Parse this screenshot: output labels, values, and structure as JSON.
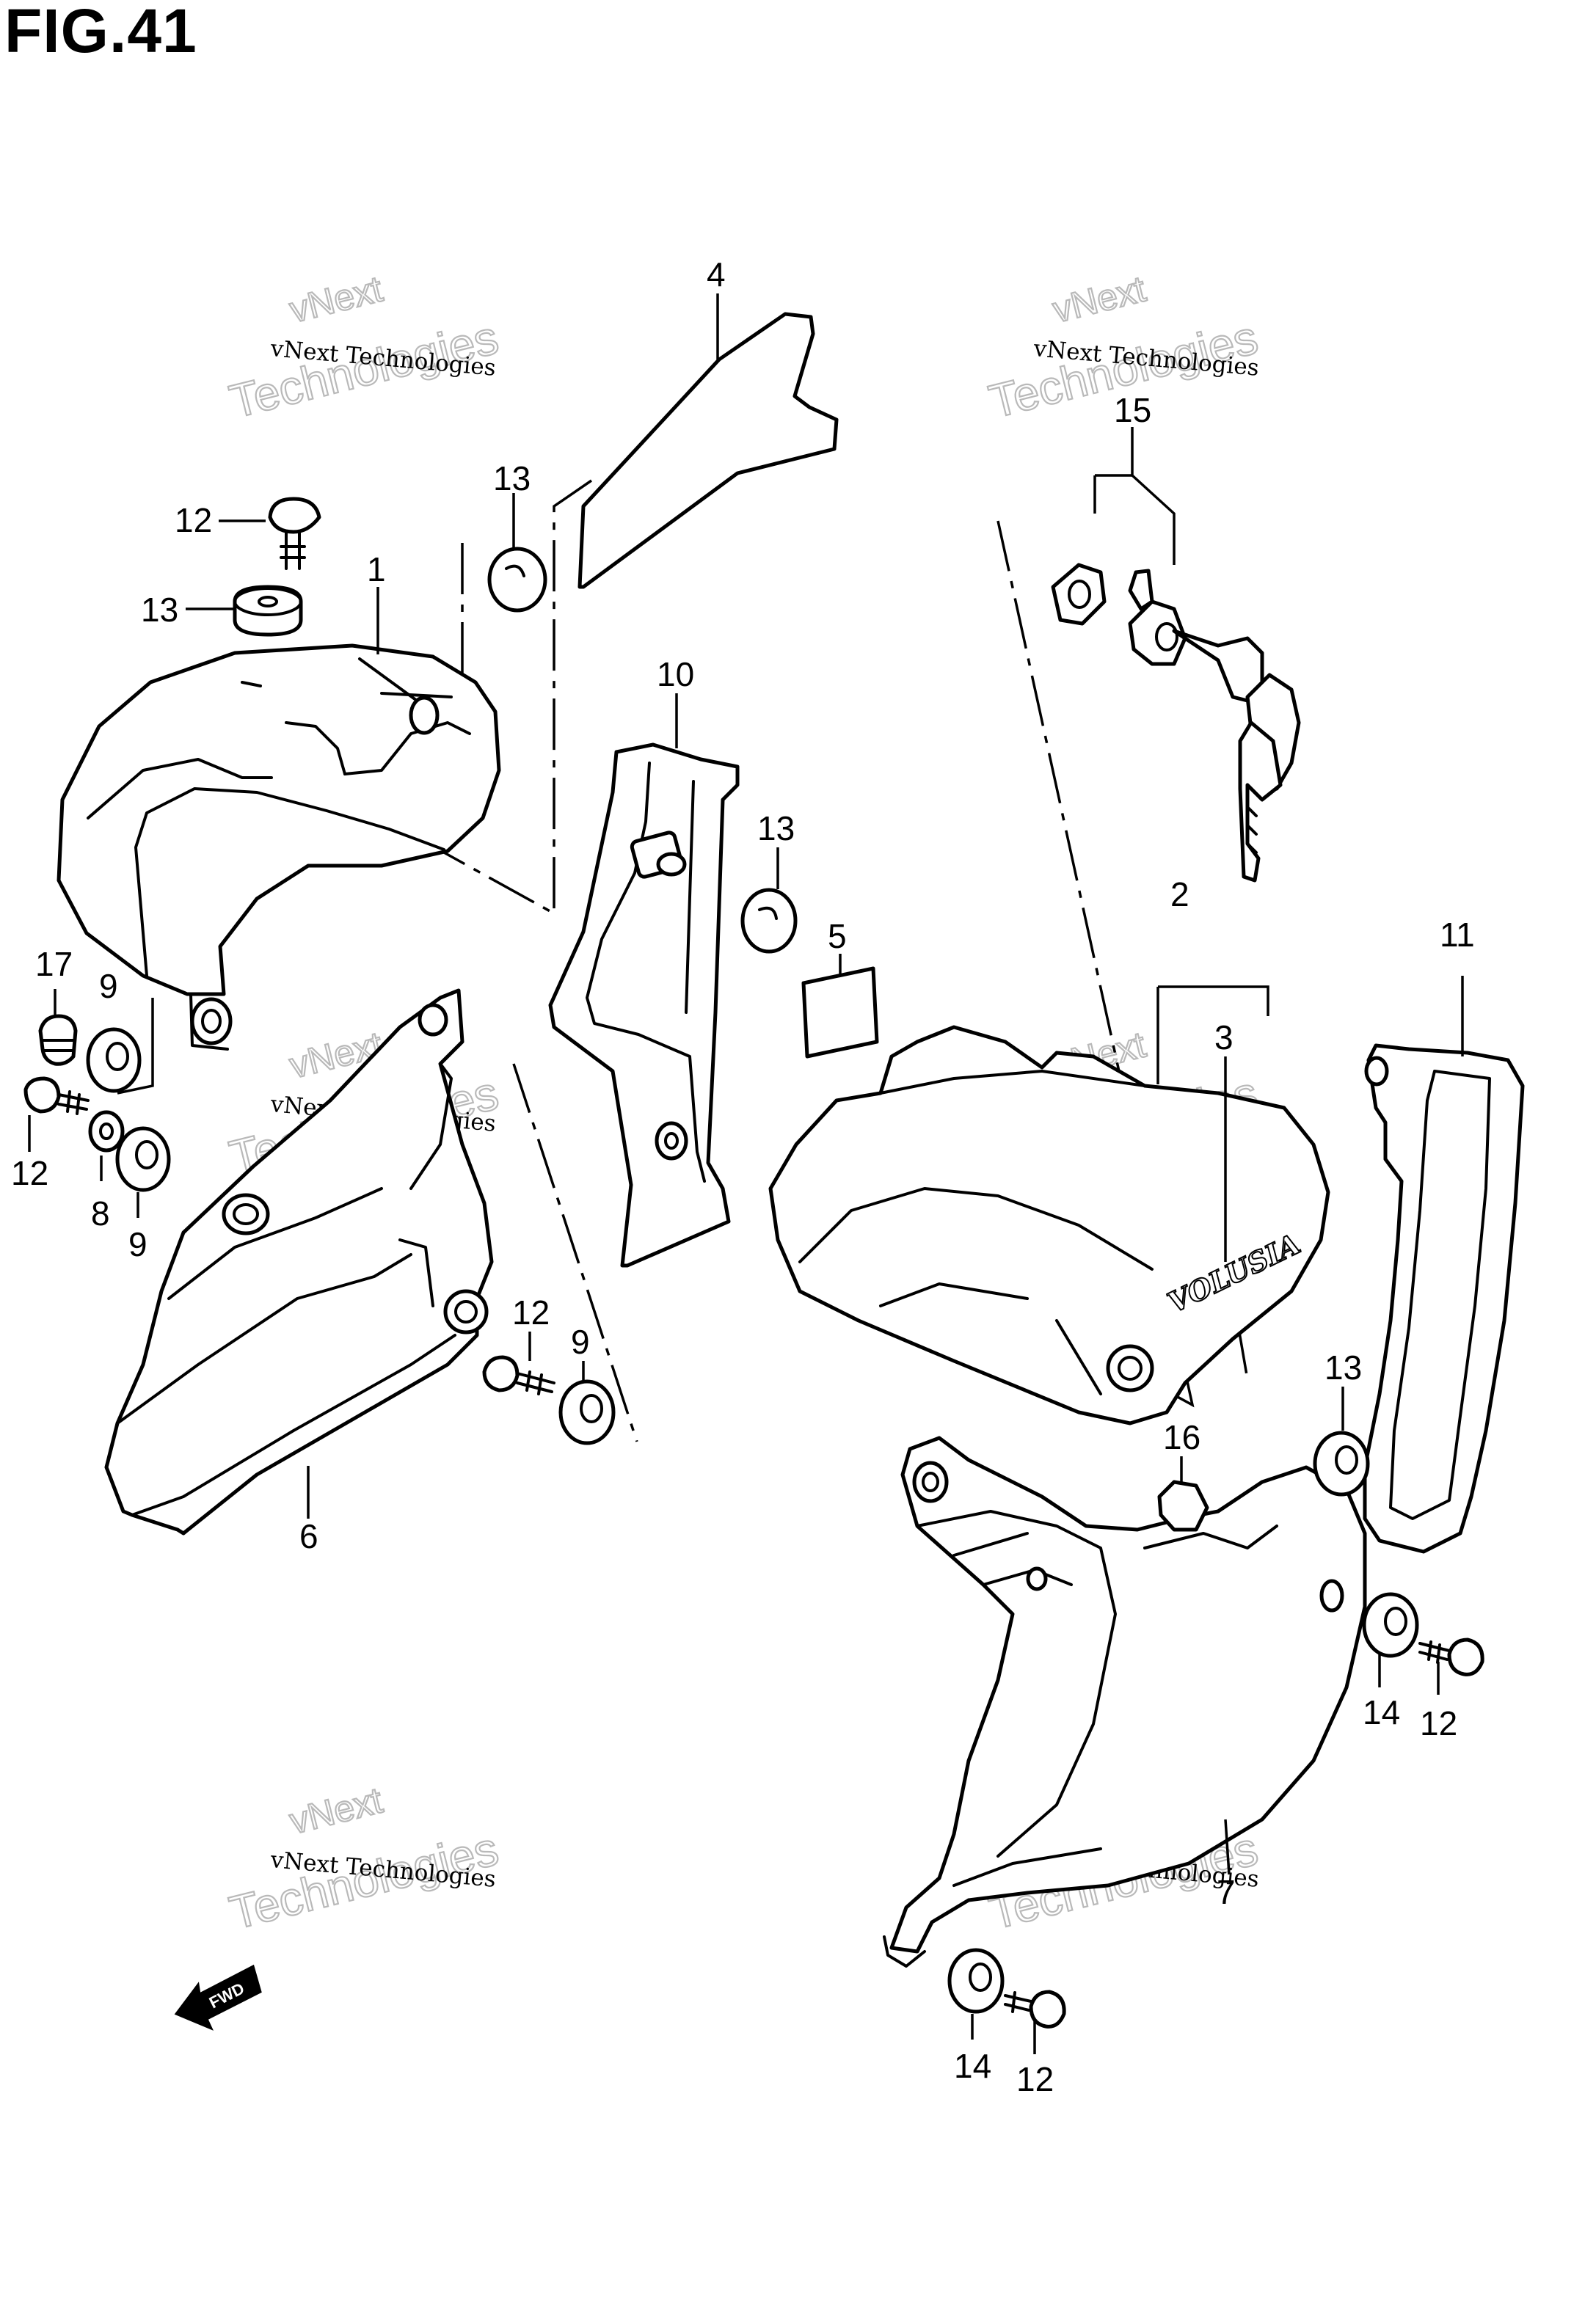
{
  "figure": {
    "title": "FIG.41"
  },
  "watermark": {
    "line1": "vNext Technologies",
    "line2": "Technologies",
    "line3": "vNext"
  },
  "emblem": {
    "text": "VOLUSIA"
  },
  "fwd_arrow": {
    "text": "FWD"
  },
  "callouts": [
    {
      "id": "c4",
      "label": "4"
    },
    {
      "id": "c13a",
      "label": "13"
    },
    {
      "id": "c12a",
      "label": "12"
    },
    {
      "id": "c13b",
      "label": "13"
    },
    {
      "id": "c1",
      "label": "1"
    },
    {
      "id": "c10",
      "label": "10"
    },
    {
      "id": "c13c",
      "label": "13"
    },
    {
      "id": "c15",
      "label": "15"
    },
    {
      "id": "c2",
      "label": "2"
    },
    {
      "id": "c3",
      "label": "3"
    },
    {
      "id": "c5",
      "label": "5"
    },
    {
      "id": "c11",
      "label": "11"
    },
    {
      "id": "c17",
      "label": "17"
    },
    {
      "id": "c9a",
      "label": "9"
    },
    {
      "id": "c12b",
      "label": "12"
    },
    {
      "id": "c8",
      "label": "8"
    },
    {
      "id": "c9b",
      "label": "9"
    },
    {
      "id": "c12c",
      "label": "12"
    },
    {
      "id": "c9c",
      "label": "9"
    },
    {
      "id": "c6",
      "label": "6"
    },
    {
      "id": "c13d",
      "label": "13"
    },
    {
      "id": "c16",
      "label": "16"
    },
    {
      "id": "c14a",
      "label": "14"
    },
    {
      "id": "c12d",
      "label": "12"
    },
    {
      "id": "c7",
      "label": "7"
    },
    {
      "id": "c14b",
      "label": "14"
    },
    {
      "id": "c12e",
      "label": "12"
    }
  ]
}
